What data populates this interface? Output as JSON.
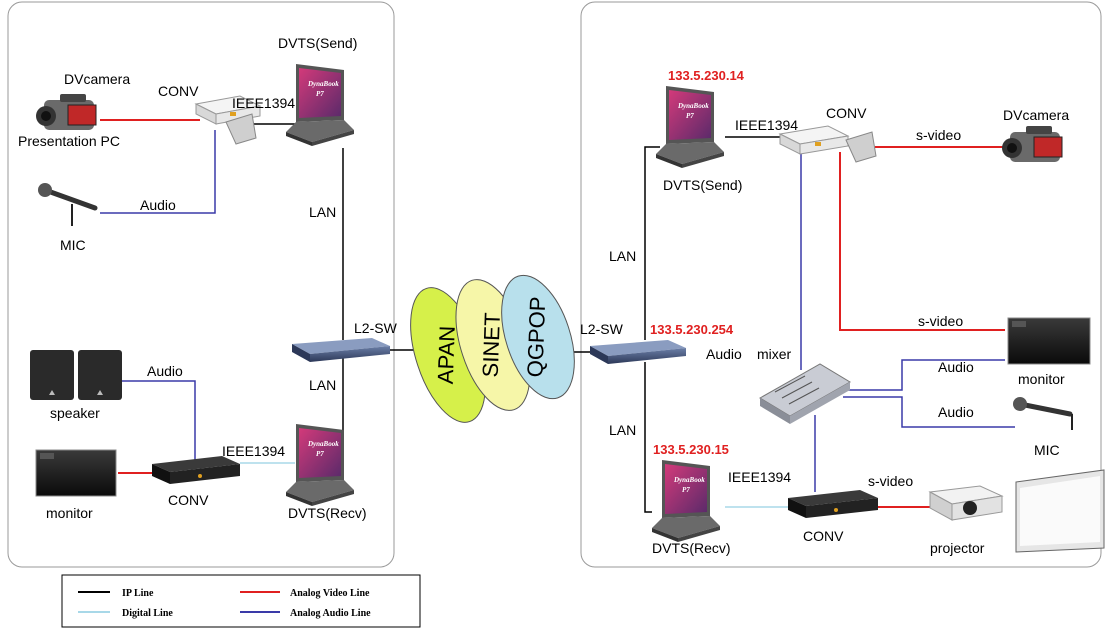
{
  "colors": {
    "ip_line": "#000000",
    "digital_line": "#a8d8e8",
    "analog_video_line": "#e02020",
    "analog_audio_line": "#3a3aa8",
    "cloud_apan": "#d6f04a",
    "cloud_sinet": "#f6f6a8",
    "cloud_qgpop": "#b8e0ec"
  },
  "clouds": {
    "apan": "APAN",
    "sinet": "SINET",
    "qgpop": "QGPOP"
  },
  "left": {
    "dvcamera": "DVcamera",
    "presentation_pc": "Presentation PC",
    "conv_top": "CONV",
    "ieee_top": "IEEE1394",
    "dvts_send": "DVTS(Send)",
    "mic": "MIC",
    "audio_mic": "Audio",
    "lan_top": "LAN",
    "l2sw": "L2-SW",
    "lan_bottom": "LAN",
    "speaker": "speaker",
    "audio_speaker": "Audio",
    "monitor": "monitor",
    "conv_bottom": "CONV",
    "ieee_bottom": "IEEE1394",
    "dvts_recv": "DVTS(Recv)"
  },
  "right": {
    "ip_send": "133.5.230.14",
    "ieee_top": "IEEE1394",
    "conv_top": "CONV",
    "svideo_cam": "s-video",
    "dvcamera": "DVcamera",
    "dvts_send": "DVTS(Send)",
    "lan_top": "LAN",
    "l2sw": "L2-SW",
    "ip_sw": "133.5.230.254",
    "audio_mixer": "Audio",
    "mixer": "mixer",
    "svideo_monitor": "s-video",
    "audio_monitor": "Audio",
    "monitor": "monitor",
    "audio_mic": "Audio",
    "mic": "MIC",
    "lan_bottom": "LAN",
    "ip_recv": "133.5.230.15",
    "ieee_bottom": "IEEE1394",
    "svideo_proj": "s-video",
    "conv_bottom": "CONV",
    "dvts_recv": "DVTS(Recv)",
    "projector": "projector"
  },
  "laptop_brand": "DynaBook",
  "laptop_model": "P7",
  "legend": {
    "ip_line": "IP Line",
    "digital_line": "Digital Line",
    "analog_video": "Analog Video Line",
    "analog_audio": "Analog Audio Line"
  }
}
